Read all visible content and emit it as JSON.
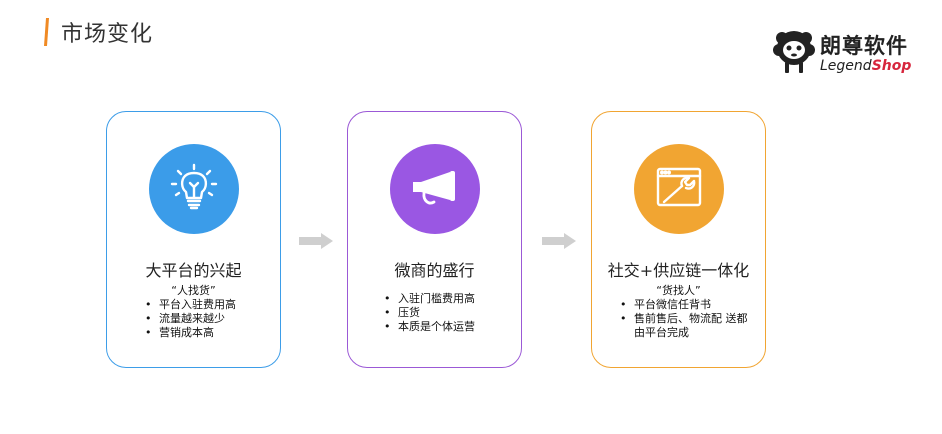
{
  "header": {
    "title": "市场变化",
    "accent_color": "#f08a24"
  },
  "logo": {
    "name_cn": "朗尊软件",
    "name_en_part1": "Legend",
    "name_en_part2": "Shop"
  },
  "cards": [
    {
      "title": "大平台的兴起",
      "icon": "lightbulb-icon",
      "color": "#3b9ce9",
      "quote": "“人找货”",
      "bullets": [
        "平台入驻费用高",
        "流量越来越少",
        "营销成本高"
      ]
    },
    {
      "title": "微商的盛行",
      "icon": "megaphone-icon",
      "color": "#9a57e3",
      "bullets": [
        "入驻门槛费用高",
        "压货",
        "本质是个体运营"
      ]
    },
    {
      "title": "社交+供应链一体化",
      "icon": "browser-wrench-icon",
      "color": "#f1a532",
      "quote": "“货找人”",
      "bullets": [
        "平台微信任背书",
        "售前售后、物流配 送都",
        "由平台完成"
      ]
    }
  ],
  "arrow_color": "#cfcfcf"
}
